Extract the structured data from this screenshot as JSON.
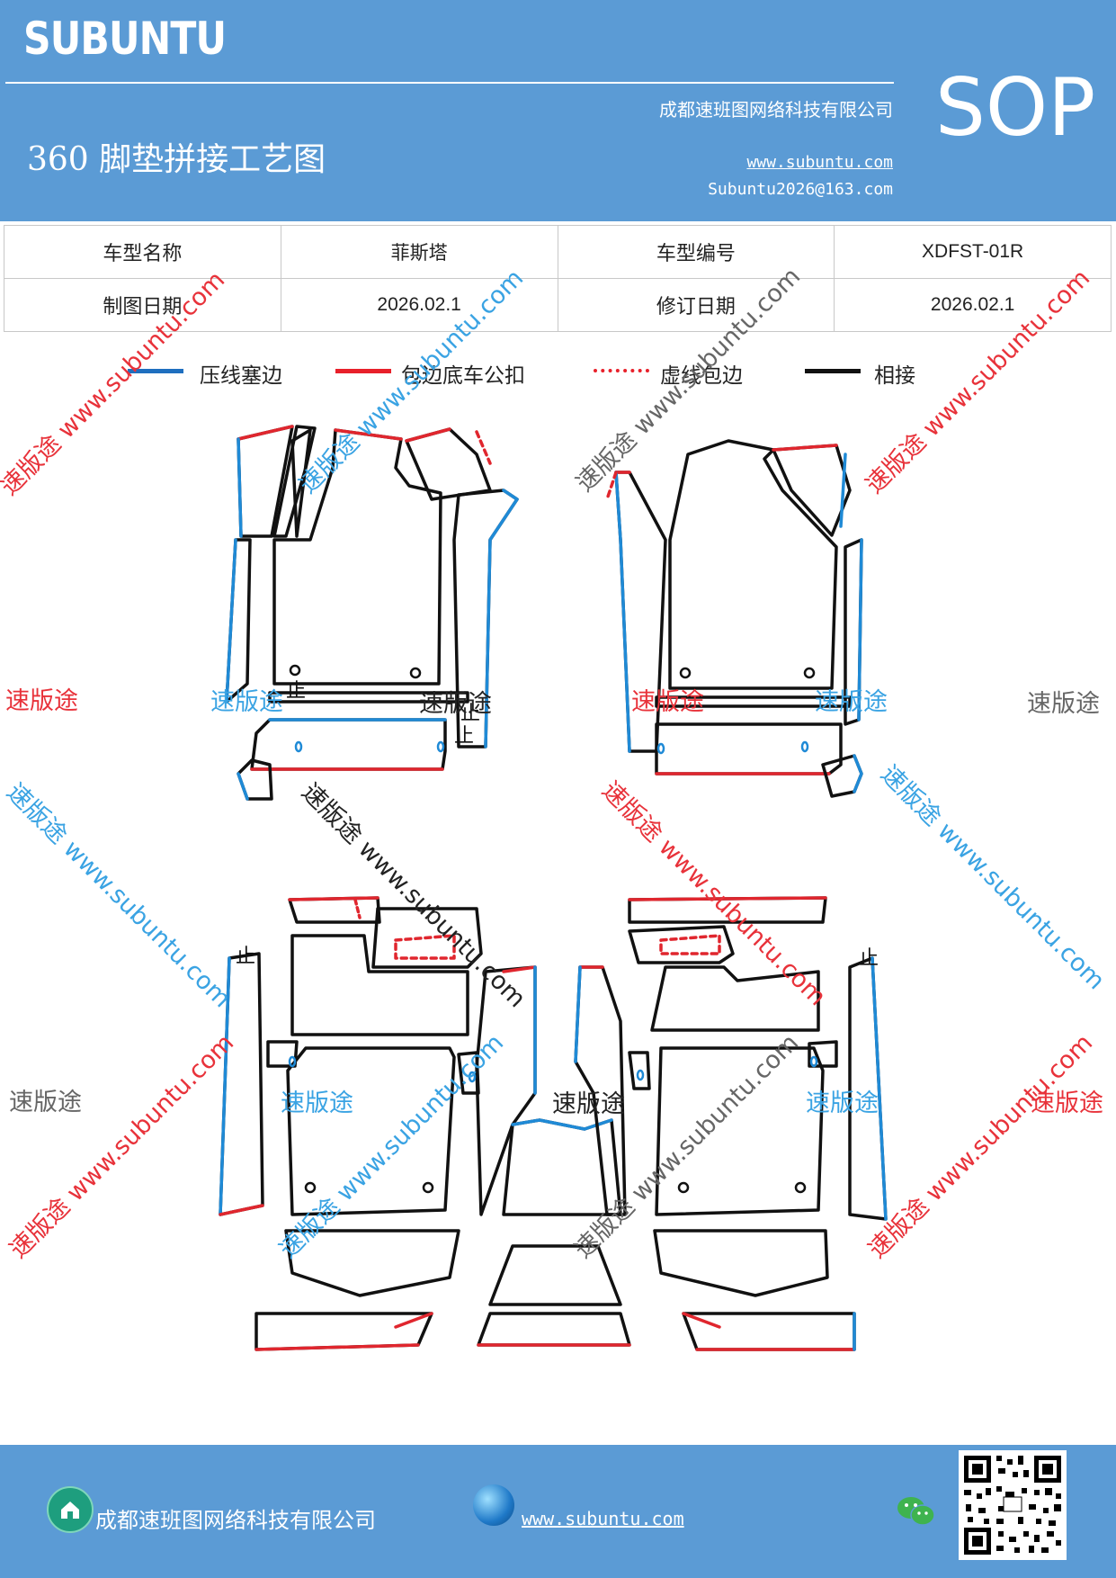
{
  "header": {
    "brand": "SUBUNTU",
    "title": "360 脚垫拼接工艺图",
    "company": "成都速班图网络科技有限公司",
    "website": "www.subuntu.com",
    "email": "Subuntu2026@163.com",
    "badge": "SOP"
  },
  "info_table": [
    [
      "车型名称",
      "菲斯塔",
      "车型编号",
      "XDFST-01R"
    ],
    [
      "制图日期",
      "2026.02.1",
      "修订日期",
      "2026.02.1"
    ]
  ],
  "legend": [
    {
      "label": "压线塞边",
      "color": "#1f6fbf",
      "style": "solid"
    },
    {
      "label": "包边底车公扣",
      "color": "#e8202a",
      "style": "solid"
    },
    {
      "label": "虚线包边",
      "color": "#e8202a",
      "style": "dashed"
    },
    {
      "label": "相接",
      "color": "#111111",
      "style": "solid"
    }
  ],
  "watermark": {
    "brand": "速版途",
    "diag_text": "速版途 www.subuntu.com",
    "diag_text_alt": "速版途 www.subuntu.com"
  },
  "drawing": {
    "stop_mark": "止"
  },
  "footer": {
    "company": "成都速班图网络科技有限公司",
    "website": "www.subuntu.com"
  },
  "colors": {
    "header_bg": "#5b9bd5",
    "blue_line": "#1f8ad6",
    "red_line": "#e0262e",
    "black_line": "#111111"
  }
}
